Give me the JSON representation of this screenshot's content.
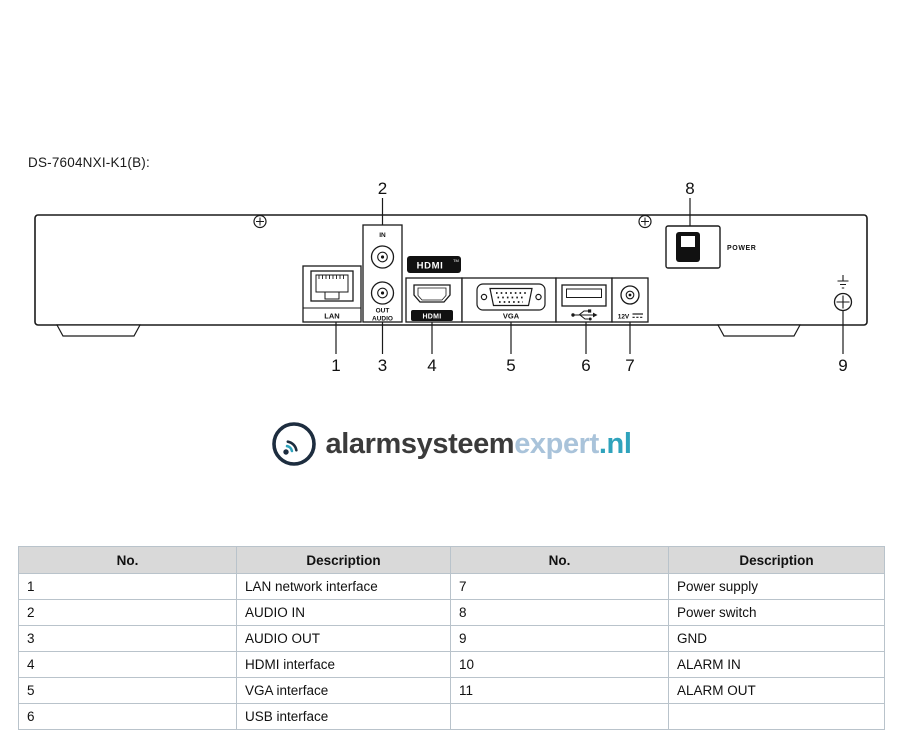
{
  "page": {
    "model_label": "DS-7604NXI-K1(B):"
  },
  "diagram": {
    "callouts": {
      "n1": "1",
      "n2": "2",
      "n3": "3",
      "n4": "4",
      "n5": "5",
      "n6": "6",
      "n7": "7",
      "n8": "8",
      "n9": "9"
    },
    "labels": {
      "lan": "LAN",
      "audio_in": "IN",
      "audio_out": "OUT",
      "audio": "AUDIO",
      "hdmi_badge": "HDMI",
      "hdmi_tm": "TM",
      "hdmi_port": "HDMI",
      "vga": "VGA",
      "dc12v": "12V",
      "power": "POWER"
    }
  },
  "logo": {
    "word_dark": "alarmsysteem",
    "word_light": "expert",
    "word_tld": ".nl"
  },
  "brand_colors": {
    "dark": "#3b3b3b",
    "light_blue": "#a9c3da",
    "teal": "#2fa3bc",
    "table_header_bg": "#d9d9d9",
    "table_border": "#b9c3cb"
  },
  "table": {
    "headers": [
      "No.",
      "Description",
      "No.",
      "Description"
    ],
    "rows": [
      [
        "1",
        "LAN network interface",
        "7",
        "Power supply"
      ],
      [
        "2",
        "AUDIO IN",
        "8",
        "Power switch"
      ],
      [
        "3",
        "AUDIO OUT",
        "9",
        "GND"
      ],
      [
        "4",
        "HDMI interface",
        "10",
        "ALARM IN"
      ],
      [
        "5",
        "VGA interface",
        "11",
        "ALARM OUT"
      ],
      [
        "6",
        "USB interface",
        "",
        ""
      ]
    ]
  }
}
